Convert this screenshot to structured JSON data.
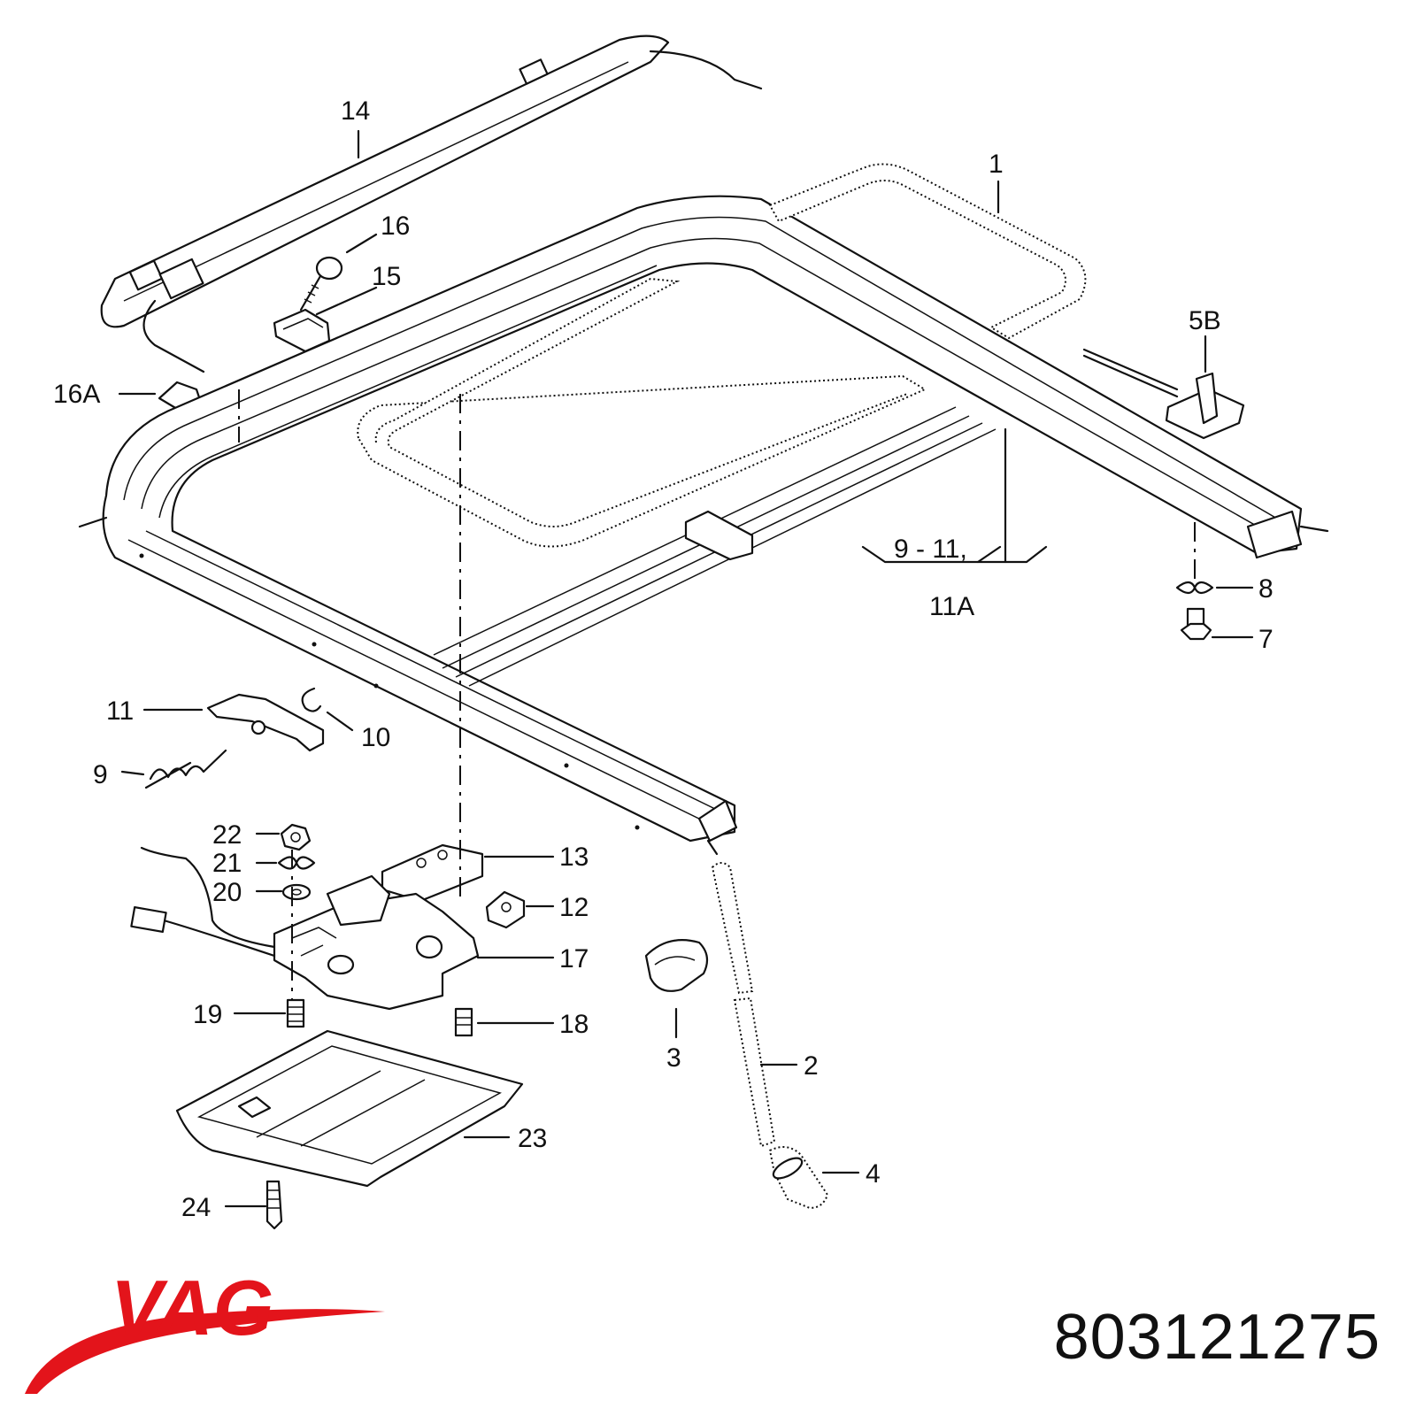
{
  "callouts": {
    "c1": "1",
    "c2": "2",
    "c3": "3",
    "c4": "4",
    "c5b": "5B",
    "c7": "7",
    "c8": "8",
    "c9": "9",
    "c9_11": "9 - 11,",
    "c10": "10",
    "c11": "11",
    "c11a": "11A",
    "c12": "12",
    "c13": "13",
    "c14": "14",
    "c15": "15",
    "c16": "16",
    "c16a": "16A",
    "c17": "17",
    "c18": "18",
    "c19": "19",
    "c20": "20",
    "c21": "21",
    "c22": "22",
    "c23": "23",
    "c24": "24"
  },
  "brand": {
    "logo_text": "VAG",
    "color": "#e3141b"
  },
  "part_number": "803121275"
}
